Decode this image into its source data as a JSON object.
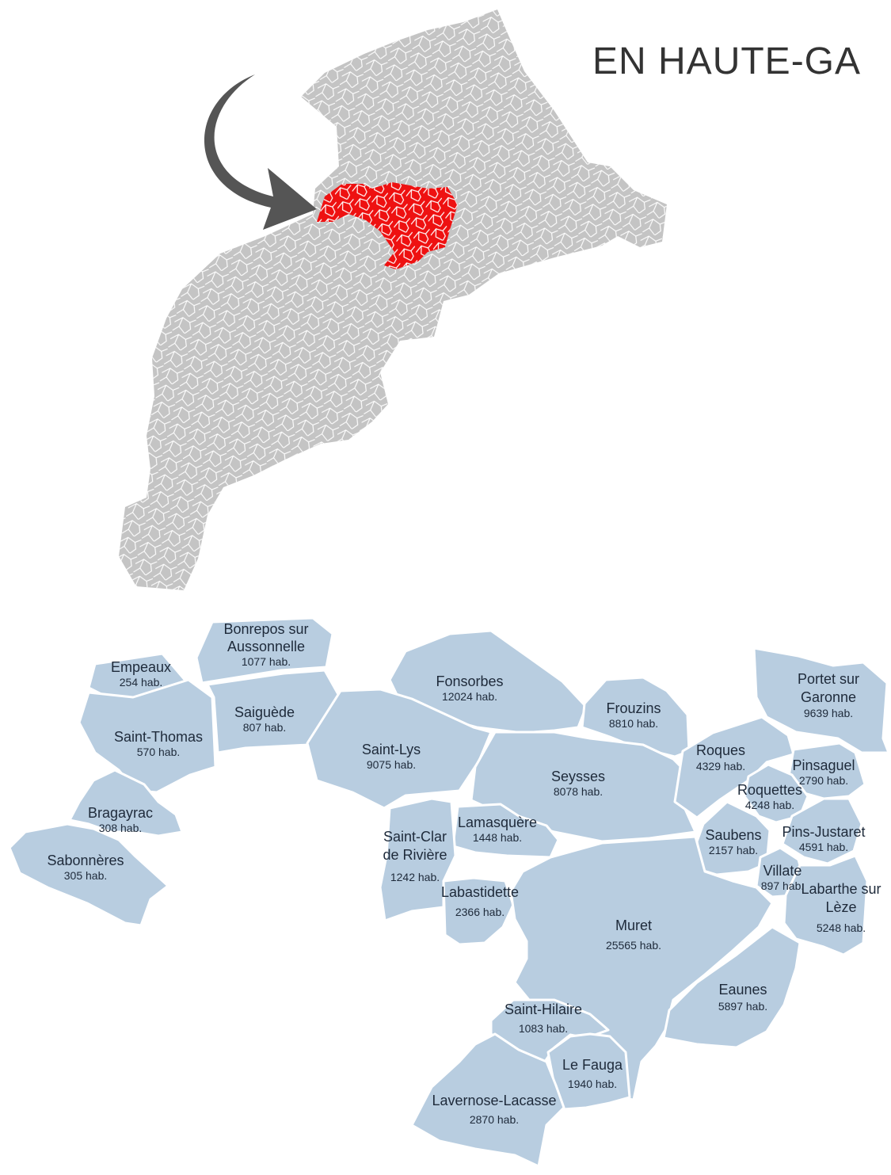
{
  "headline": "EN HAUTE-GA",
  "colors": {
    "department": "#c4c4c4",
    "highlight": "#ee1111",
    "communes": "#b8cde0",
    "arrow": "#555555",
    "borders": "#ffffff"
  },
  "icons": {
    "arrow": "curved-arrow-icon"
  },
  "communes": [
    {
      "id": "empeaux",
      "name": "Empeaux",
      "pop": "254 hab."
    },
    {
      "id": "bonrepos",
      "name": "Bonrepos sur Aussonnelle",
      "name_lines": [
        "Bonrepos sur",
        "Aussonnelle"
      ],
      "pop": "1077 hab."
    },
    {
      "id": "saint-thomas",
      "name": "Saint-Thomas",
      "pop": "570 hab."
    },
    {
      "id": "saiguede",
      "name": "Saiguède",
      "pop": "807 hab."
    },
    {
      "id": "fonsorbes",
      "name": "Fonsorbes",
      "pop": "12024 hab."
    },
    {
      "id": "frouzins",
      "name": "Frouzins",
      "pop": "8810 hab."
    },
    {
      "id": "portet",
      "name": "Portet sur Garonne",
      "name_lines": [
        "Portet sur",
        "Garonne"
      ],
      "pop": "9639 hab."
    },
    {
      "id": "saint-lys",
      "name": "Saint-Lys",
      "pop": "9075 hab."
    },
    {
      "id": "seysses",
      "name": "Seysses",
      "pop": "8078 hab."
    },
    {
      "id": "roques",
      "name": "Roques",
      "pop": "4329 hab."
    },
    {
      "id": "pinsaguel",
      "name": "Pinsaguel",
      "pop": "2790 hab."
    },
    {
      "id": "roquettes",
      "name": "Roquettes",
      "pop": "4248 hab."
    },
    {
      "id": "bragayrac",
      "name": "Bragayrac",
      "pop": "308 hab."
    },
    {
      "id": "lamasquere",
      "name": "Lamasquère",
      "pop": "1448 hab."
    },
    {
      "id": "saubens",
      "name": "Saubens",
      "pop": "2157 hab."
    },
    {
      "id": "pins-justaret",
      "name": "Pins-Justaret",
      "pop": "4591 hab."
    },
    {
      "id": "sabonneres",
      "name": "Sabonnères",
      "pop": "305 hab."
    },
    {
      "id": "saint-clar",
      "name": "Saint-Clar de Rivière",
      "name_lines": [
        "Saint-Clar",
        "de Rivière"
      ],
      "pop": "1242 hab."
    },
    {
      "id": "villate",
      "name": "Villate",
      "pop": "897 hab."
    },
    {
      "id": "labarthe",
      "name": "Labarthe sur Lèze",
      "name_lines": [
        "Labarthe sur",
        "Lèze"
      ],
      "pop": "5248 hab."
    },
    {
      "id": "labastidette",
      "name": "Labastidette",
      "pop": "2366 hab."
    },
    {
      "id": "muret",
      "name": "Muret",
      "pop": "25565 hab."
    },
    {
      "id": "eaunes",
      "name": "Eaunes",
      "pop": "5897 hab."
    },
    {
      "id": "saint-hilaire",
      "name": "Saint-Hilaire",
      "pop": "1083 hab."
    },
    {
      "id": "le-fauga",
      "name": "Le Fauga",
      "pop": "1940 hab."
    },
    {
      "id": "lavernose",
      "name": "Lavernose-Lacasse",
      "pop": "2870 hab."
    }
  ]
}
